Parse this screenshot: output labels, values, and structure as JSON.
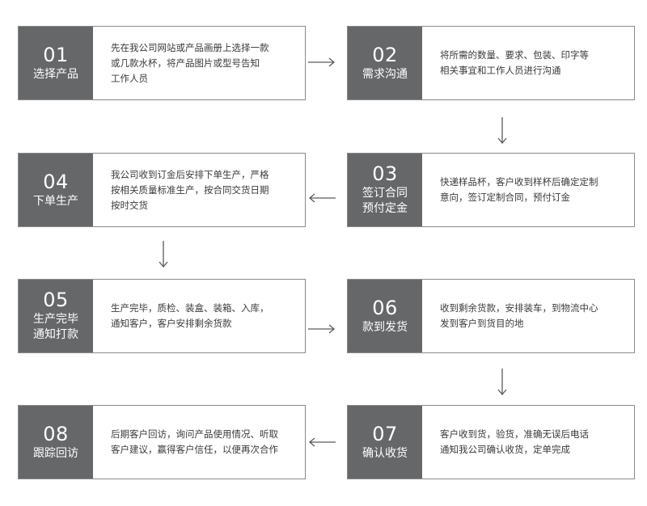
{
  "steps": [
    {
      "num": "01",
      "title": [
        "选择产品"
      ],
      "desc": [
        "先在我公司网站或产品画册上选择一款",
        "或几款水杯，将产品图片或型号告知",
        "工作人员"
      ]
    },
    {
      "num": "02",
      "title": [
        "需求沟通"
      ],
      "desc": [
        "将所需的数量、要求、包装、印字等",
        "相关事宜和工作人员进行沟通"
      ]
    },
    {
      "num": "03",
      "title": [
        "签订合同",
        "预付定金"
      ],
      "desc": [
        "快递样品杯，客户收到样杯后确定定制",
        "意向，签订定制合同，预付订金"
      ]
    },
    {
      "num": "04",
      "title": [
        "下单生产"
      ],
      "desc": [
        "我公司收到订金后安排下单生产，严格",
        "按相关质量标准生产，按合同交货日期",
        "按时交货"
      ]
    },
    {
      "num": "05",
      "title": [
        "生产完毕",
        "通知打款"
      ],
      "desc": [
        "生产完毕，质检、装盒、装箱、入库，",
        "通知客户，客户安排剩余货款"
      ]
    },
    {
      "num": "06",
      "title": [
        "款到发货"
      ],
      "desc": [
        "收到剩余货款，安排装车，到物流中心",
        "发到客户到货目的地"
      ]
    },
    {
      "num": "07",
      "title": [
        "确认收货"
      ],
      "desc": [
        "客户收到货，验货，准确无误后电话",
        "通知我公司确认收货，定单完成"
      ]
    },
    {
      "num": "08",
      "title": [
        "跟踪回访"
      ],
      "desc": [
        "后期客户回访，询问产品使用情况、听取",
        "客户建议，赢得客户信任，以便再次合作"
      ]
    }
  ],
  "colors": {
    "head_bg": "#666769",
    "border": "#8a8a8a",
    "arrow": "#5a5a5a",
    "text": "#333333"
  }
}
